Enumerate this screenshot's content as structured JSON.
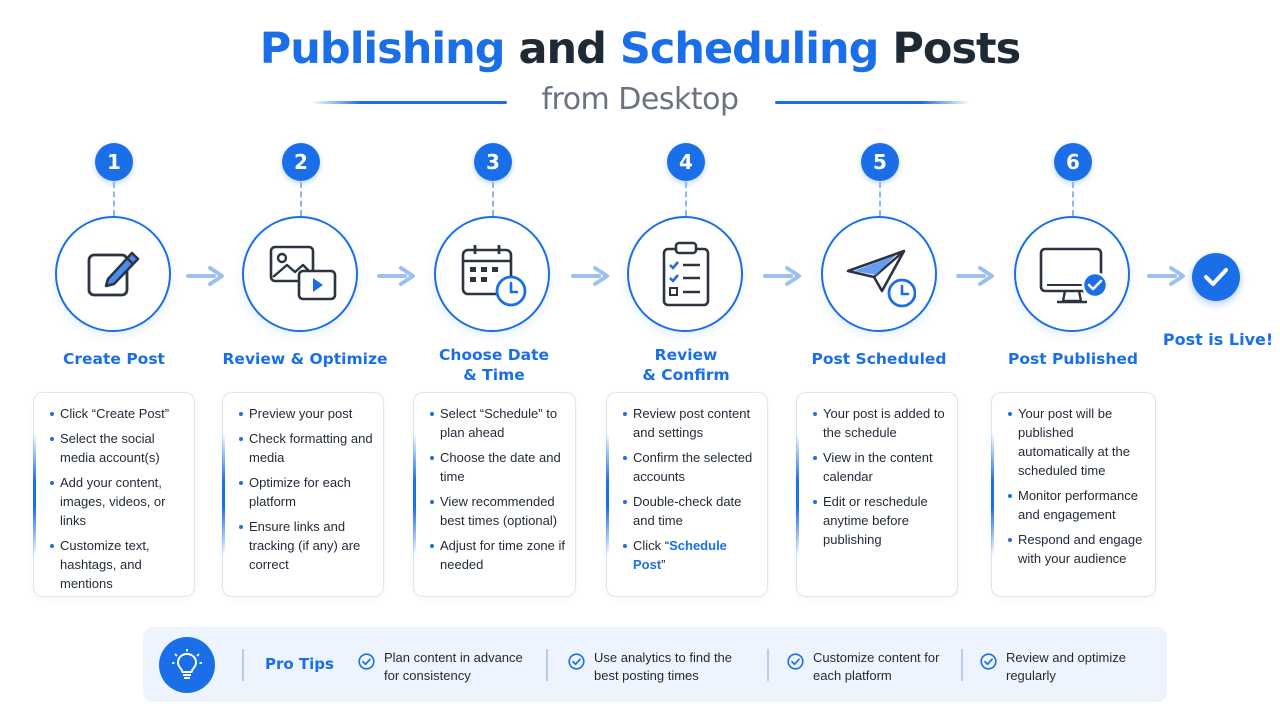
{
  "title": {
    "part1": "Publishing",
    "part2": "and",
    "part3": "Scheduling",
    "part4": "Posts"
  },
  "subtitle": "from Desktop",
  "accent_color": "#1a6fe8",
  "steps": [
    {
      "number": "1",
      "icon": "edit-icon",
      "label": "Create Post",
      "bullets": [
        "Click “Create Post”",
        "Select the social media account(s)",
        "Add your content, images, videos, or links",
        "Customize text, hashtags, and mentions"
      ]
    },
    {
      "number": "2",
      "icon": "media-icon",
      "label": "Review & Optimize",
      "bullets": [
        "Preview your post",
        "Check formatting and media",
        "Optimize for each platform",
        "Ensure links and tracking (if any) are correct"
      ]
    },
    {
      "number": "3",
      "icon": "calendar-clock-icon",
      "label_line1": "Choose Date",
      "label_line2": "& Time",
      "bullets": [
        "Select “Schedule” to plan ahead",
        "Choose the date and time",
        "View recommended best times (optional)",
        "Adjust for time zone if needed"
      ]
    },
    {
      "number": "4",
      "icon": "clipboard-check-icon",
      "label_line1": "Review",
      "label_line2": "& Confirm",
      "bullets": [
        "Review post content and settings",
        "Confirm the selected accounts",
        "Double-check date and time"
      ],
      "last_bullet_prefix": "Click “",
      "last_bullet_highlight": "Schedule Post",
      "last_bullet_suffix": "”"
    },
    {
      "number": "5",
      "icon": "paper-plane-clock-icon",
      "label": "Post Scheduled",
      "bullets": [
        "Your post is added to the schedule",
        "View in the content calendar",
        "Edit or reschedule anytime before publishing"
      ]
    },
    {
      "number": "6",
      "icon": "monitor-check-icon",
      "label": "Post Published",
      "bullets": [
        "Your post will be published automatically at the scheduled time",
        "Monitor performance and engagement",
        "Respond and engage with your audience"
      ]
    }
  ],
  "final": {
    "icon": "check-icon",
    "label": "Post is Live!"
  },
  "tips": {
    "icon": "lightbulb-icon",
    "label": "Pro Tips",
    "items": [
      {
        "line1": "Plan content in advance",
        "line2": "for consistency"
      },
      {
        "line1": "Use analytics to find the",
        "line2": "best posting times"
      },
      {
        "line1": "Customize content for",
        "line2": "each platform"
      },
      {
        "line1": "Review and optimize",
        "line2": "regularly"
      }
    ]
  }
}
